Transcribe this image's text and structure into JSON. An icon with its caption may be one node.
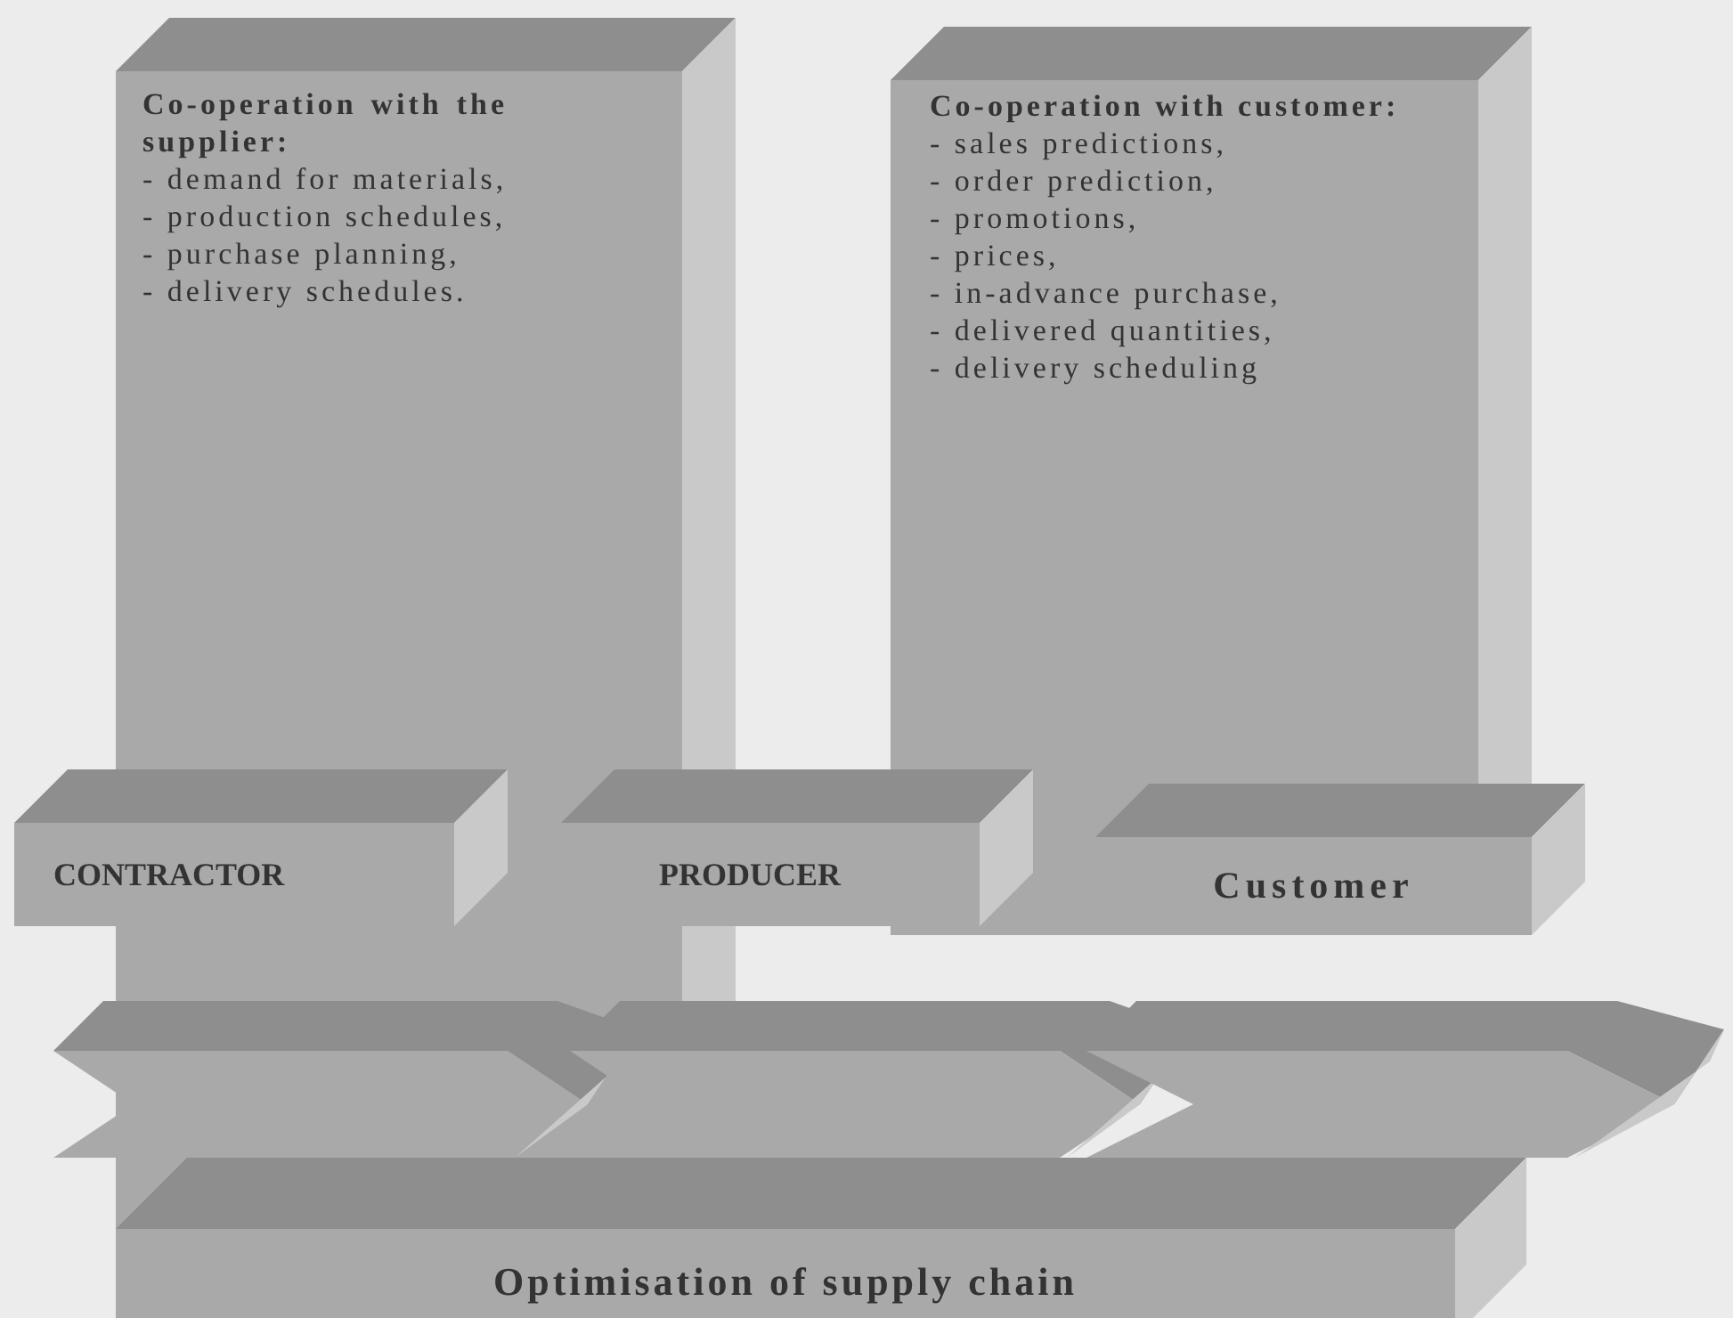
{
  "diagram": {
    "nodes": [
      {
        "text": [
          "Co-operation with the supplier:",
          "- demand for materials,",
          "- production schedules,",
          "- purchase planning,",
          "- delivery schedules."
        ]
      },
      {
        "text": [
          "Co-operation with customer:",
          "- sales predictions,",
          "- order prediction,",
          "- promotions,",
          "- prices,",
          "- in-advance purchase,",
          "- delivered quantities,",
          "- delivery scheduling"
        ]
      },
      {
        "text": [
          "CONTRACTOR"
        ]
      },
      {
        "text": [
          "PRODUCER"
        ]
      },
      {
        "text": [
          "Customer"
        ]
      },
      {
        "text": [],
        "shape": "chevron"
      },
      {
        "text": [],
        "shape": "chevron"
      },
      {
        "text": [],
        "shape": "chevron"
      },
      {
        "text": [
          "Optimisation of supply chain"
        ]
      }
    ]
  }
}
